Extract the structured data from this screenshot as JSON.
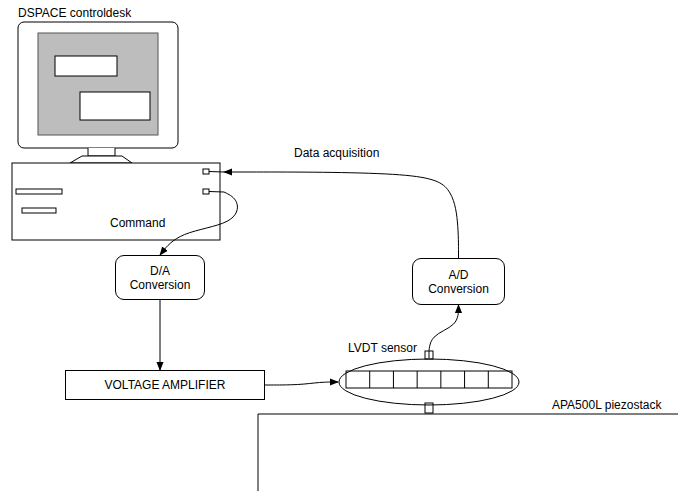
{
  "diagram": {
    "nodes": [
      {
        "text": [
          "DSPACE controldesk"
        ]
      },
      {
        "text": [
          "D/A Conversion"
        ]
      },
      {
        "text": [
          "A/D Conversion"
        ]
      },
      {
        "text": [
          "VOLTAGE AMPLIFIER"
        ]
      },
      {
        "text": [
          "LVDT sensor"
        ]
      }
    ],
    "edges": [
      {
        "from": 0,
        "to": 1,
        "label": "Command",
        "arrow": "to"
      },
      {
        "from": 2,
        "to": 0,
        "label": "Data acquisition",
        "arrow": "to"
      },
      {
        "from": 1,
        "to": 3,
        "arrow": "to"
      },
      {
        "from": 3,
        "to": 4,
        "arrow": "to"
      },
      {
        "from": 4,
        "to": 2,
        "arrow": "to"
      }
    ],
    "labels": [
      "APA500L piezostack"
    ]
  }
}
